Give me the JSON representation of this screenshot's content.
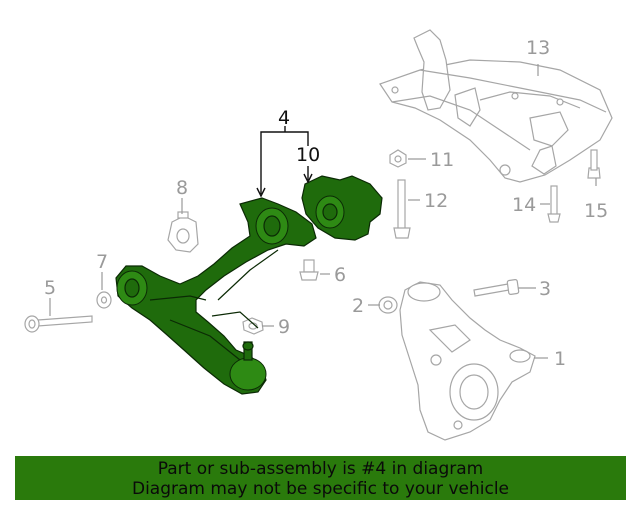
{
  "callouts": {
    "c1": "1",
    "c2": "2",
    "c3": "3",
    "c4": "4",
    "c5": "5",
    "c6": "6",
    "c7": "7",
    "c8": "8",
    "c9": "9",
    "c10": "10",
    "c11": "11",
    "c12": "12",
    "c13": "13",
    "c14": "14",
    "c15": "15"
  },
  "banner": {
    "line1": "Part or sub-assembly is #4 in diagram",
    "line2": "Diagram may not be specific to your vehicle"
  },
  "colors": {
    "highlight": "#1f6b0c",
    "banner": "#2a7a0c",
    "part_outline": "#a6a6a6"
  }
}
